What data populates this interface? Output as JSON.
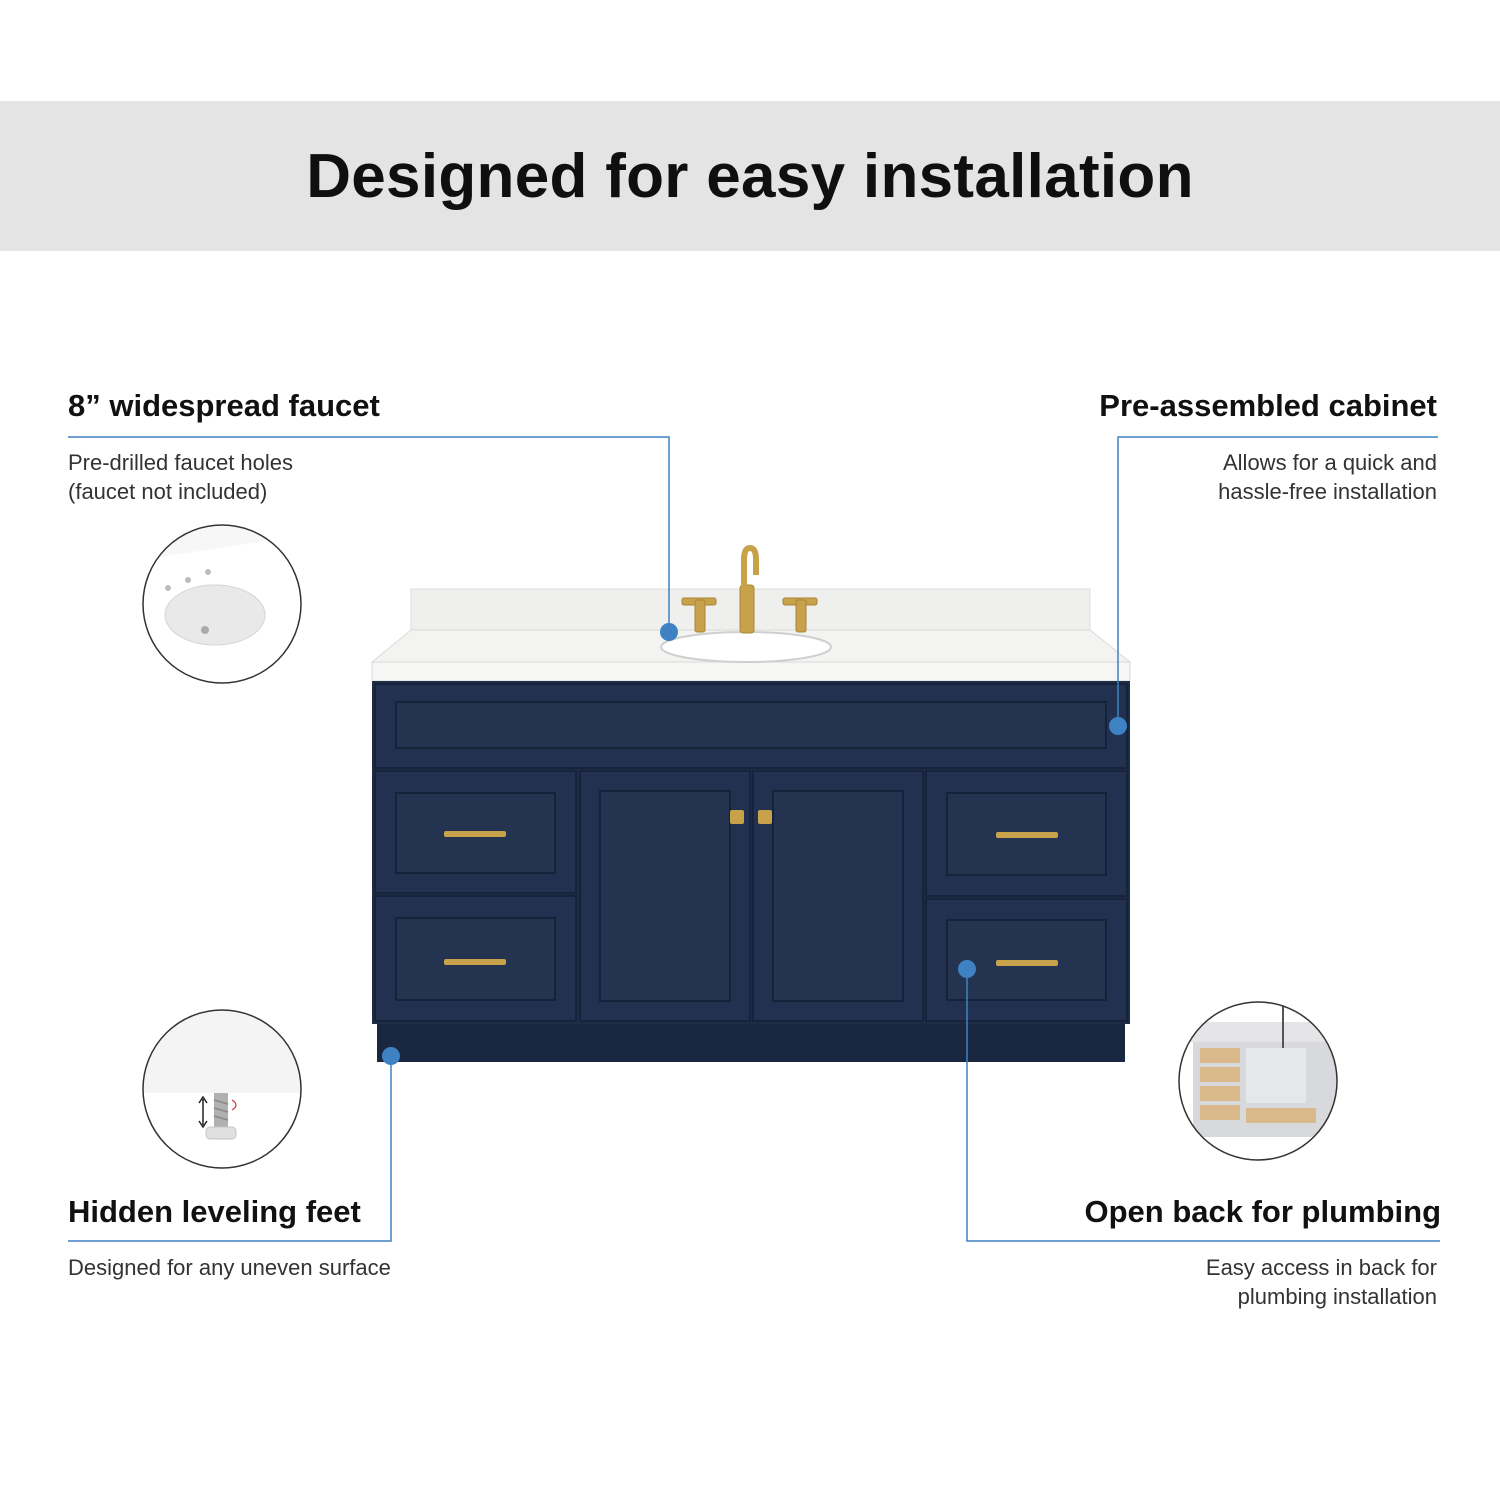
{
  "banner": {
    "title": "Designed for easy installation"
  },
  "features": [
    {
      "title": "8” widespread faucet",
      "description": "Pre-drilled faucet holes\n(faucet not included)"
    },
    {
      "title": "Pre-assembled cabinet",
      "description": "Allows for  a quick and\nhassle-free installation"
    },
    {
      "title": "Hidden leveling feet",
      "description": "Designed for any uneven surface"
    },
    {
      "title": "Open back for plumbing",
      "description": "Easy access in back for\nplumbing installation"
    }
  ],
  "colors": {
    "banner_bg": "#e4e4e4",
    "cabinet_navy": "#1e2c45",
    "hardware_gold": "#c8a24a",
    "callout_blue": "#3f82c4",
    "countertop": "#f2f2f0"
  }
}
